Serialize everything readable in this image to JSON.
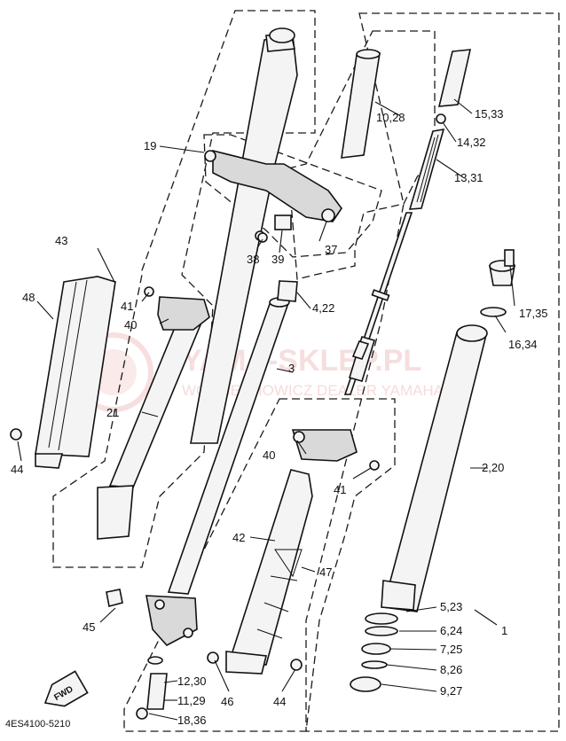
{
  "diagram": {
    "code": "4ES4100-5210",
    "fwd_label": "FWD",
    "watermark": {
      "line1": "YAMA-SKLEP.PL",
      "line2": "WOJCIECHOWICZ DEALER YAMAHA"
    },
    "callouts": {
      "c1": "1",
      "c2_20": "2,20",
      "c3": "3",
      "c4_22": "4,22",
      "c5_23": "5,23",
      "c6_24": "6,24",
      "c7_25": "7,25",
      "c8_26": "8,26",
      "c9_27": "9,27",
      "c10_28": "10,28",
      "c11_29": "11,29",
      "c12_30": "12,30",
      "c13_31": "13,31",
      "c14_32": "14,32",
      "c15_33": "15,33",
      "c16_34": "16,34",
      "c17_35": "17,35",
      "c18_36": "18,36",
      "c19": "19",
      "c21": "21",
      "c37": "37",
      "c38": "38",
      "c39": "39",
      "c40a": "40",
      "c40b": "40",
      "c41a": "41",
      "c41b": "41",
      "c42": "42",
      "c43": "43",
      "c44a": "44",
      "c44b": "44",
      "c45": "45",
      "c46": "46",
      "c47": "47",
      "c48": "48"
    }
  }
}
